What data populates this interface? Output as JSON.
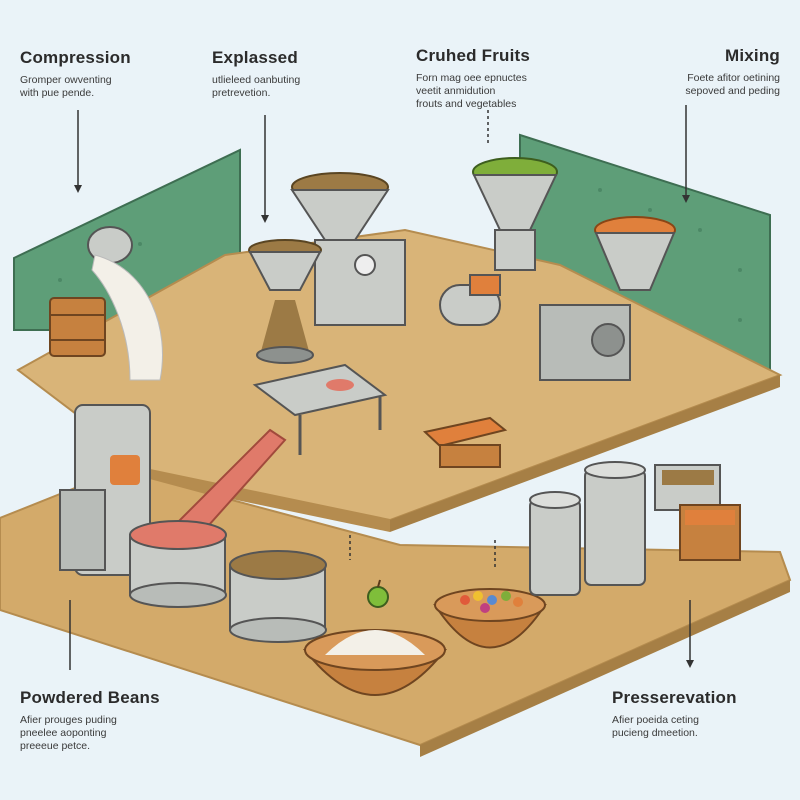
{
  "labels": {
    "compression": {
      "title": "Compression",
      "lines": [
        "Gromper owventing",
        "with pue pende."
      ]
    },
    "explassed": {
      "title": "Explassed",
      "lines": [
        "utlieleed oanbuting",
        "pretrevetion."
      ]
    },
    "crushed_fruits": {
      "title": "Cruhed Fruits",
      "lines": [
        "Forn mag oee epnuctes",
        "veetit anmidution",
        "frouts and vegetables"
      ]
    },
    "mixing": {
      "title": "Mixing",
      "lines": [
        "Foete afitor oetining",
        "sepoved and peding"
      ]
    },
    "powdered_beans": {
      "title": "Powdered Beans",
      "lines": [
        "Afier prouges puding",
        "pneelee aoponting",
        "preeeue petce."
      ]
    },
    "preservation": {
      "title": "Presserevation",
      "lines": [
        "Afier poeida ceting",
        "pucieng dmeetion."
      ]
    }
  },
  "colors": {
    "background": "#eaf3f8",
    "upper_floor": "#d9b478",
    "lower_floor": "#d3aa6a",
    "floor_edge": "#b58c4f",
    "wall_green": "#5e9e78",
    "metal": "#c9ccc8",
    "metal_dark": "#8d918e",
    "beans": "#9c7a45",
    "powder": "#f3f0e8",
    "paste": "#e07a6a",
    "orange": "#e0803c",
    "green_peas": "#7fae3a"
  }
}
